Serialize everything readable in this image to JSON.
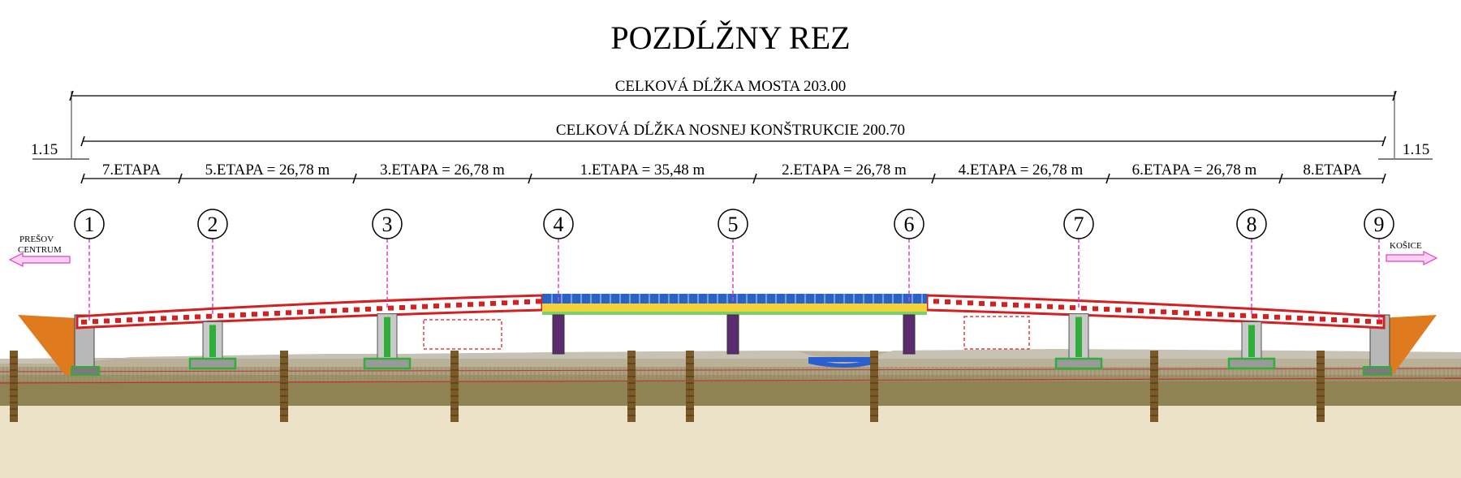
{
  "title": "POZDĹŽNY REZ",
  "total_bridge_length": "CELKOVÁ DĹŽKA MOSTA  203.00",
  "total_structure_length": "CELKOVÁ DĹŽKA NOSNEJ KONŠTRUKCIE  200.70",
  "end_offset_left": "1.15",
  "end_offset_right": "1.15",
  "stages": [
    {
      "label": "7.ETAPA"
    },
    {
      "label": "5.ETAPA = 26,78 m"
    },
    {
      "label": "3.ETAPA = 26,78 m"
    },
    {
      "label": "1.ETAPA = 35,48 m"
    },
    {
      "label": "2.ETAPA = 26,78 m"
    },
    {
      "label": "4.ETAPA = 26,78 m"
    },
    {
      "label": "6.ETAPA = 26,78 m"
    },
    {
      "label": "8.ETAPA"
    }
  ],
  "supports": [
    "1",
    "2",
    "3",
    "4",
    "5",
    "6",
    "7",
    "8",
    "9"
  ],
  "direction_left": {
    "line1": "PREŠOV",
    "line2": "CENTRUM"
  },
  "direction_right": {
    "line1": "KOŠICE"
  },
  "colors": {
    "deck_red": "#d42020",
    "steel_span_blue": "#2a63c4",
    "steel_span_yellow": "#f2d13a",
    "pier_grey": "#c9c9c9",
    "pier_green": "#2fae3a",
    "pier_dark": "#5b2c6f",
    "axis_magenta": "#e040c8",
    "abutment_orange": "#e07a1e",
    "soil_upper": "#a9a08a",
    "soil_middle": "#8a7d4e",
    "soil_lower": "#e8dcc0",
    "water_blue": "#2a5fd0",
    "borehole_brown": "#7a5a28"
  }
}
